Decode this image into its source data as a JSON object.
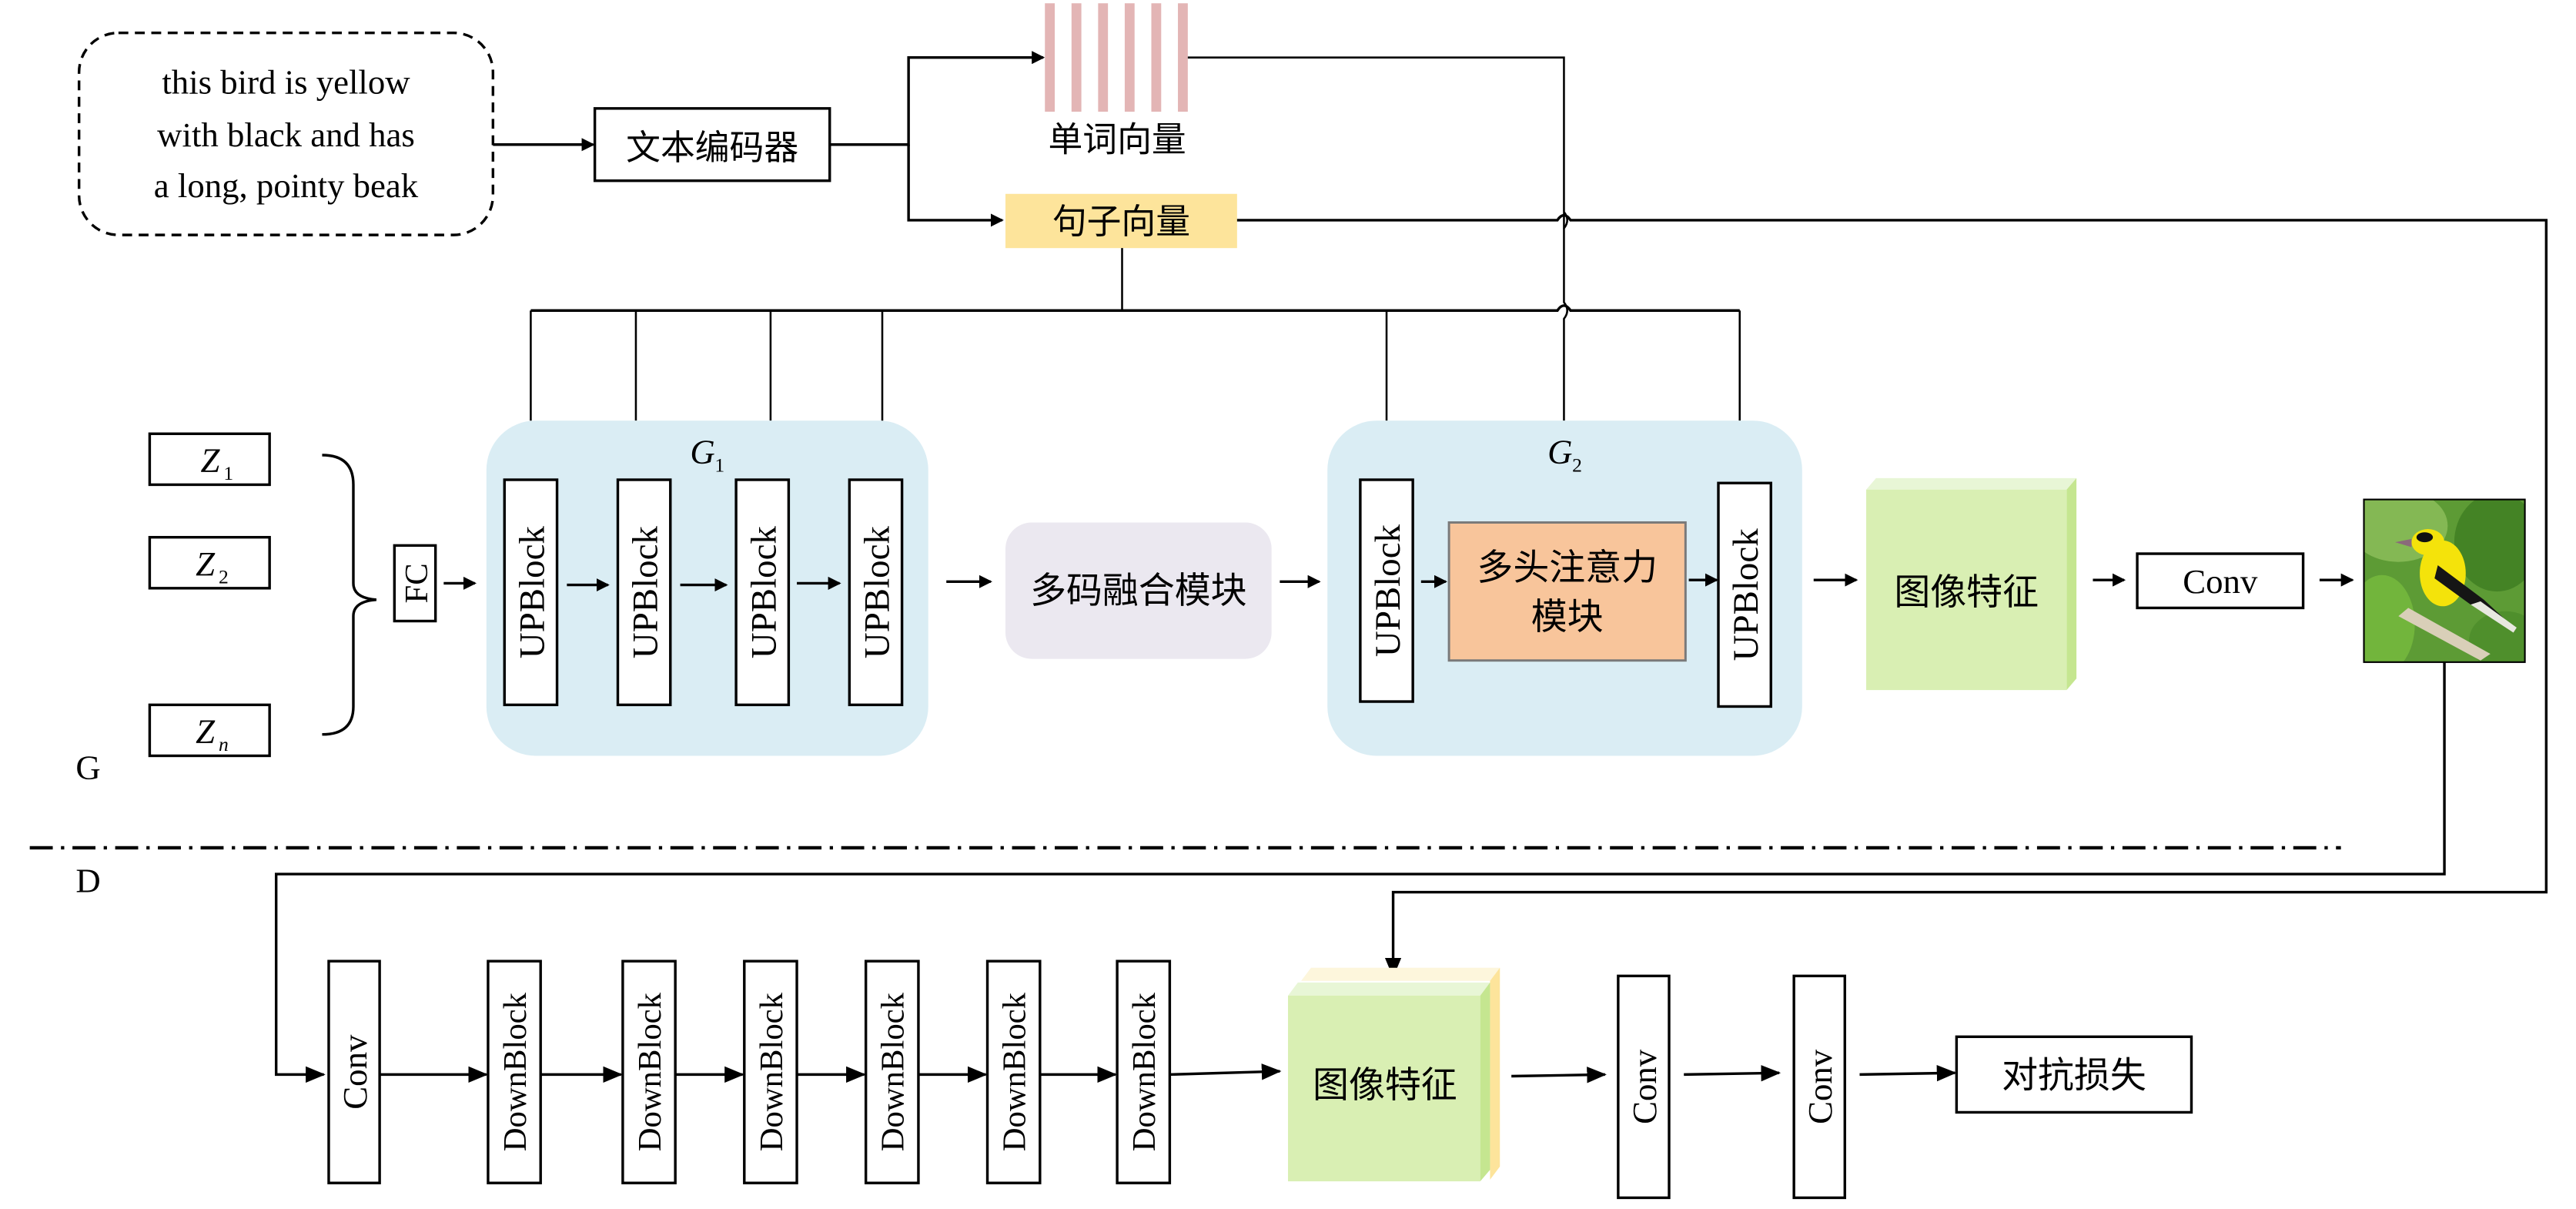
{
  "figure": {
    "type": "text-to-image GAN architecture diagram",
    "section_labels": {
      "generator": "G",
      "discriminator": "D"
    }
  },
  "text_input": {
    "lines": [
      "this bird is yellow",
      "with black and has",
      "a long, pointy beak"
    ]
  },
  "text_encoder": {
    "label": "文本编码器"
  },
  "word_vectors": {
    "label": "单词向量",
    "stripe_count": 6,
    "color": "#e3b5b5"
  },
  "sentence_vector": {
    "label": "句子向量",
    "color": "#fde49b"
  },
  "noise": {
    "items": [
      {
        "base": "Z",
        "sub": "1"
      },
      {
        "base": "Z",
        "sub": "2"
      },
      {
        "base": "Z",
        "sub": "n"
      }
    ]
  },
  "fc": {
    "label": "FC"
  },
  "g1": {
    "title_base": "G",
    "title_sub": "1",
    "blocks": [
      "UPBlock",
      "UPBlock",
      "UPBlock",
      "UPBlock"
    ],
    "color": "#daedf4"
  },
  "fusion": {
    "label": "多码融合模块",
    "color": "#ebe8f0"
  },
  "g2": {
    "title_base": "G",
    "title_sub": "2",
    "block_left": "UPBlock",
    "attention": {
      "line1": "多头注意力",
      "line2": "模块",
      "color": "#f8c59b"
    },
    "block_right": "UPBlock",
    "color": "#daedf4"
  },
  "gen_features": {
    "label": "图像特征",
    "color": "#d9efb3"
  },
  "gen_conv": {
    "label": "Conv"
  },
  "generated_image": {
    "alt": "generated yellow bird image"
  },
  "discriminator": {
    "conv": "Conv",
    "down_blocks": [
      "DownBlock",
      "DownBlock",
      "DownBlock",
      "DownBlock",
      "DownBlock",
      "DownBlock"
    ],
    "features": {
      "label": "图像特征",
      "color": "#d9efb3",
      "back_color": "#fde49b"
    },
    "conv2": "Conv",
    "conv3": "Conv",
    "loss": "对抗损失"
  }
}
